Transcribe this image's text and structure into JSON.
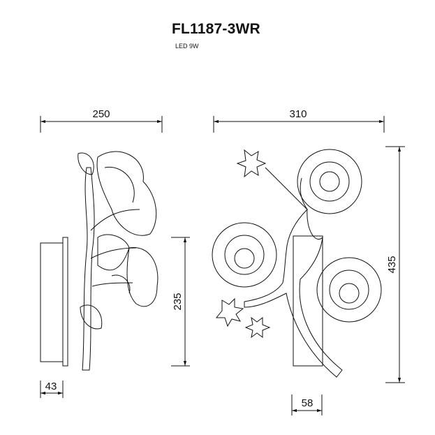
{
  "title": "FL1187-3WR",
  "subtitle": "LED 9W",
  "dimensions": {
    "side_width": "250",
    "front_width": "310",
    "plate_height": "235",
    "total_height": "435",
    "depth": "43",
    "plate_width": "58"
  }
}
